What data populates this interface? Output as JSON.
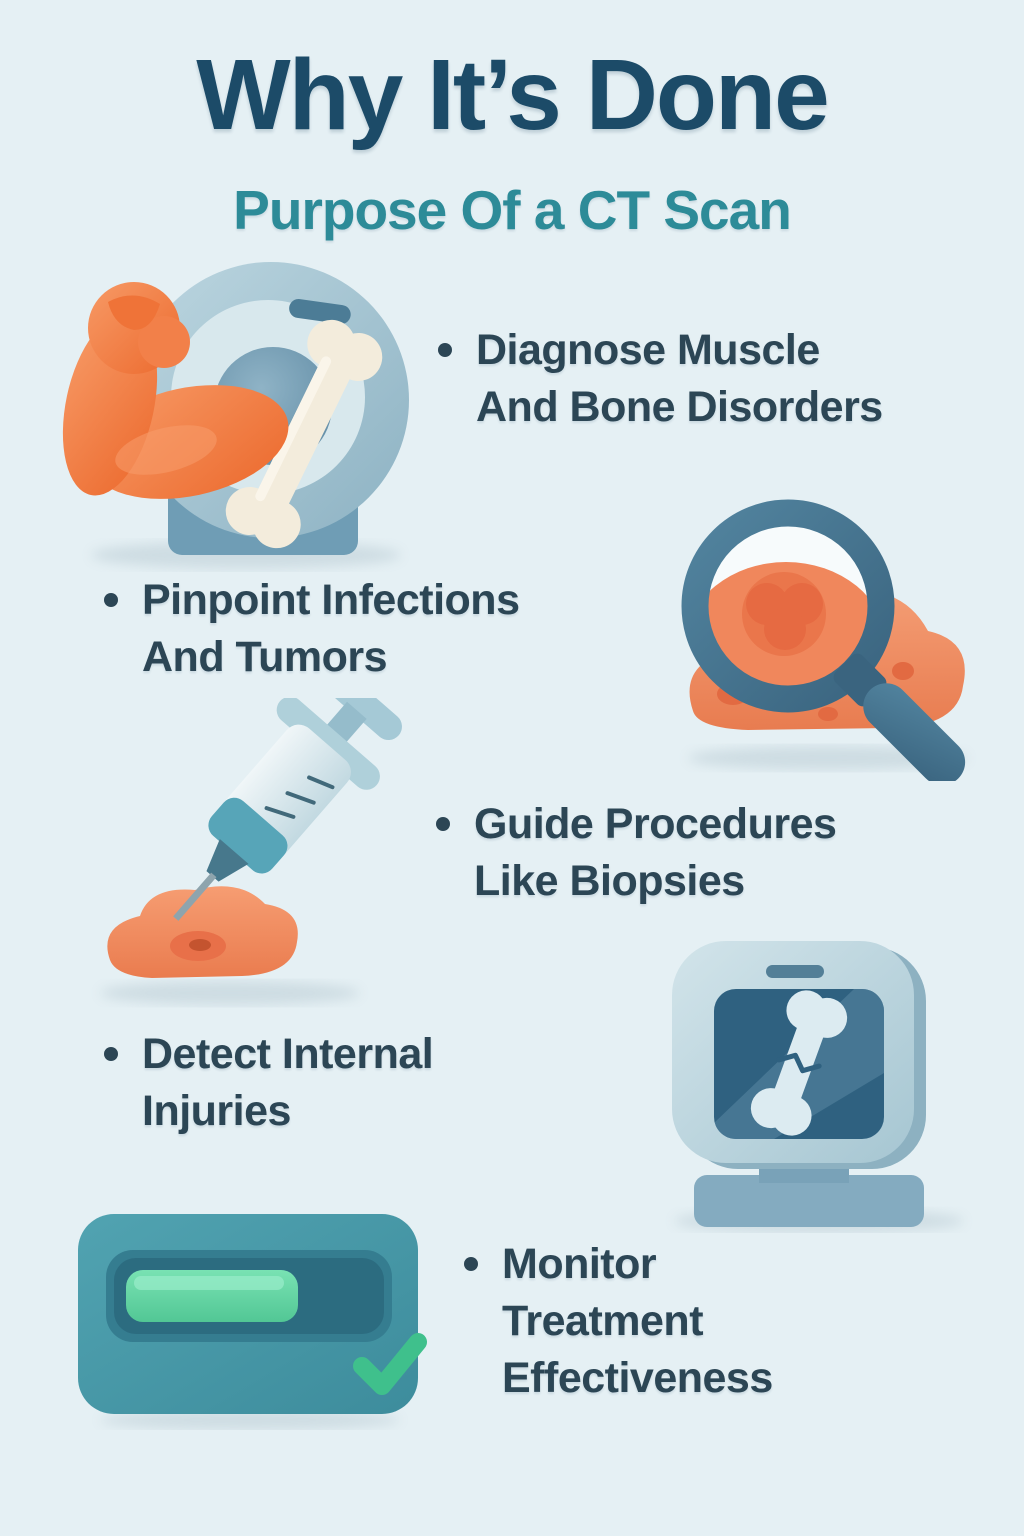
{
  "header": {
    "title": "Why It’s Done",
    "subtitle": "Purpose Of a CT Scan"
  },
  "bullets": [
    {
      "text": "Diagnose Muscle\nAnd Bone Disorders",
      "icon": "ct-scanner-muscle-bone-icon"
    },
    {
      "text": "Pinpoint Infections\nAnd Tumors",
      "icon": "magnifier-tumor-icon"
    },
    {
      "text": "Guide Procedures\nLike Biopsies",
      "icon": "syringe-biopsy-icon"
    },
    {
      "text": "Detect Internal\nInjuries",
      "icon": "monitor-fracture-icon"
    },
    {
      "text": "Monitor\nTreatment\nEffectiveness",
      "icon": "progress-check-icon"
    }
  ],
  "colors": {
    "background": "#e5f0f4",
    "title": "#1c4b68",
    "subtitle": "#2d8b98",
    "bullet_text": "#2c4655",
    "accent_orange": "#f0783e",
    "accent_steel_blue": "#4a7d99",
    "accent_green": "#52c795",
    "bone_cream": "#f3ecdc"
  }
}
